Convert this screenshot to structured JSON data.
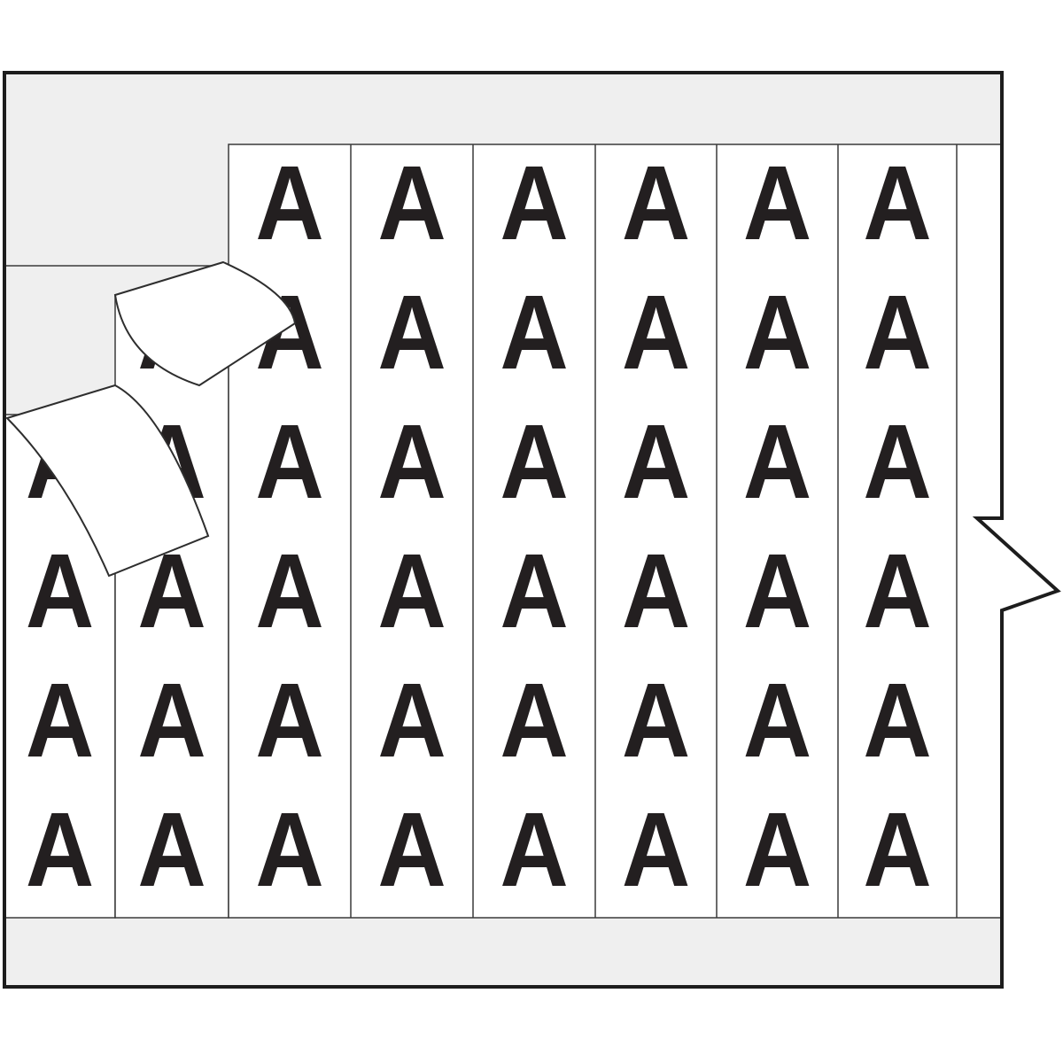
{
  "illustration": {
    "name": "wire-marker-card",
    "marker_letter": "A"
  },
  "colors": {
    "card_gray": "#efefef",
    "strip_white": "#ffffff",
    "ink": "#231f20",
    "thin_line": "#3a3a3a",
    "thick_line": "#1d1d1d",
    "label_outline": "#2e2e2e",
    "page_background": "#ffffff"
  },
  "label_grid": {
    "rows": 6,
    "columns": [
      {
        "name": "column-1",
        "cells": [
          "",
          "",
          "A",
          "A",
          "A",
          "A"
        ]
      },
      {
        "name": "column-2",
        "cells": [
          "",
          "A",
          "A",
          "A",
          "A",
          "A"
        ]
      },
      {
        "name": "column-3",
        "cells": [
          "A",
          "A",
          "A",
          "A",
          "A",
          "A"
        ]
      },
      {
        "name": "column-4",
        "cells": [
          "A",
          "A",
          "A",
          "A",
          "A",
          "A"
        ]
      },
      {
        "name": "column-5",
        "cells": [
          "A",
          "A",
          "A",
          "A",
          "A",
          "A"
        ]
      },
      {
        "name": "column-6",
        "cells": [
          "A",
          "A",
          "A",
          "A",
          "A",
          "A"
        ]
      },
      {
        "name": "column-7",
        "cells": [
          "A",
          "A",
          "A",
          "A",
          "A",
          "A"
        ]
      },
      {
        "name": "column-8",
        "cells": [
          "A",
          "A",
          "A",
          "A",
          "A",
          "A"
        ]
      },
      {
        "name": "column-9-blank",
        "cells": [
          "",
          "",
          "",
          "",
          "",
          ""
        ]
      }
    ]
  },
  "peeling_labels": [
    {
      "name": "peeling-label-upper",
      "text": ""
    },
    {
      "name": "peeling-label-lower",
      "text": ""
    }
  ]
}
